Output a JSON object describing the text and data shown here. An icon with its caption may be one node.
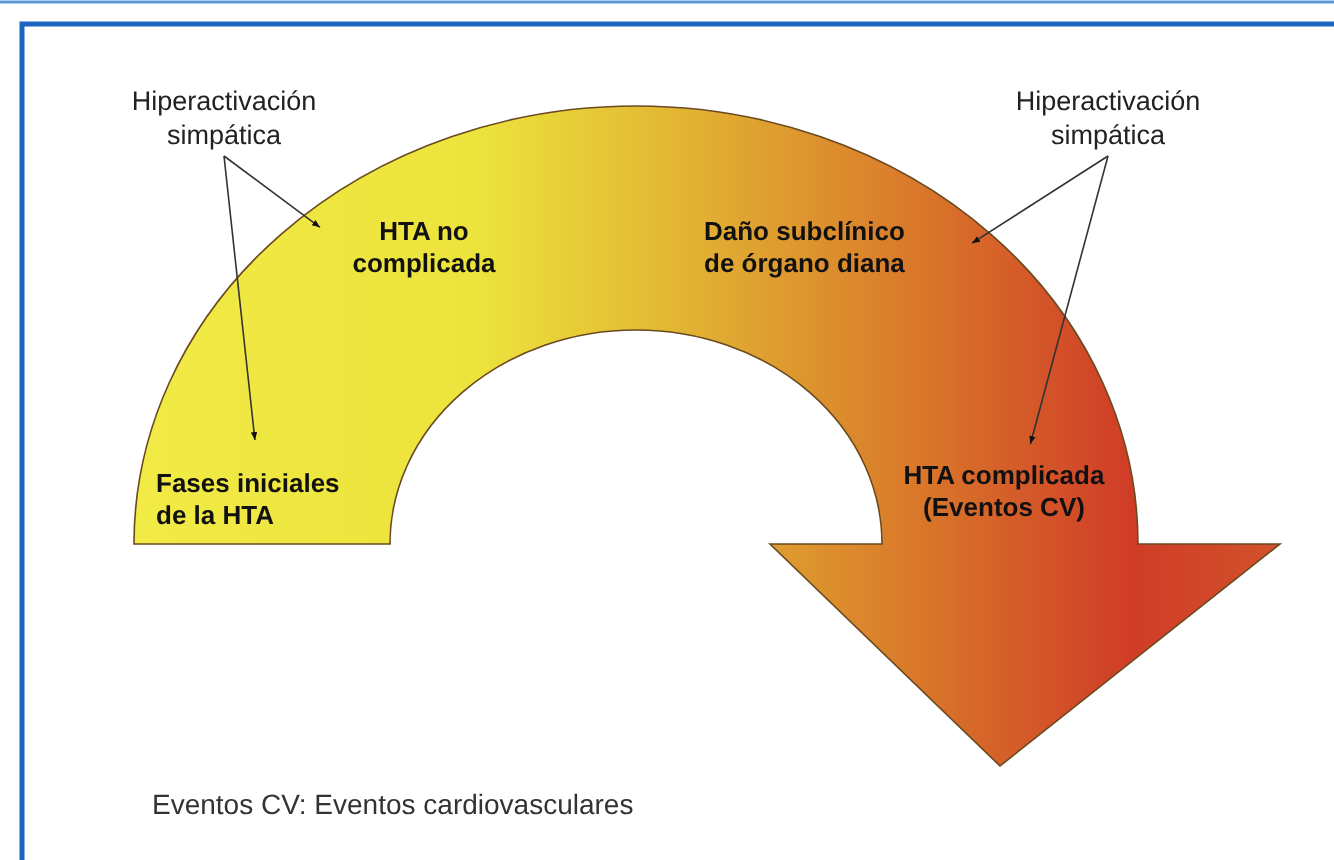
{
  "diagram": {
    "caption": "Eventos CV: Eventos cardiovasculares",
    "nodes": [
      {
        "text": [],
        "shape": "arrow"
      },
      {
        "text": [
          "Fases iniciales de la HTA"
        ],
        "in": 0
      },
      {
        "text": [
          "HTA no complicada"
        ],
        "in": 0
      },
      {
        "text": [
          "Daño subclínico de órgano diana"
        ],
        "in": 0
      },
      {
        "text": [
          "HTA complicada (Eventos CV)"
        ],
        "in": 0
      },
      {
        "text": [
          "Hiperactivación simpática"
        ]
      },
      {
        "text": [
          "Hiperactivación simpática"
        ]
      }
    ],
    "edges": [
      {
        "from": 5,
        "to": 2,
        "arrow": "to"
      },
      {
        "from": 5,
        "to": 1,
        "arrow": "to"
      },
      {
        "from": 6,
        "to": 3,
        "arrow": "to"
      },
      {
        "from": 6,
        "to": 4,
        "arrow": "to"
      }
    ]
  }
}
